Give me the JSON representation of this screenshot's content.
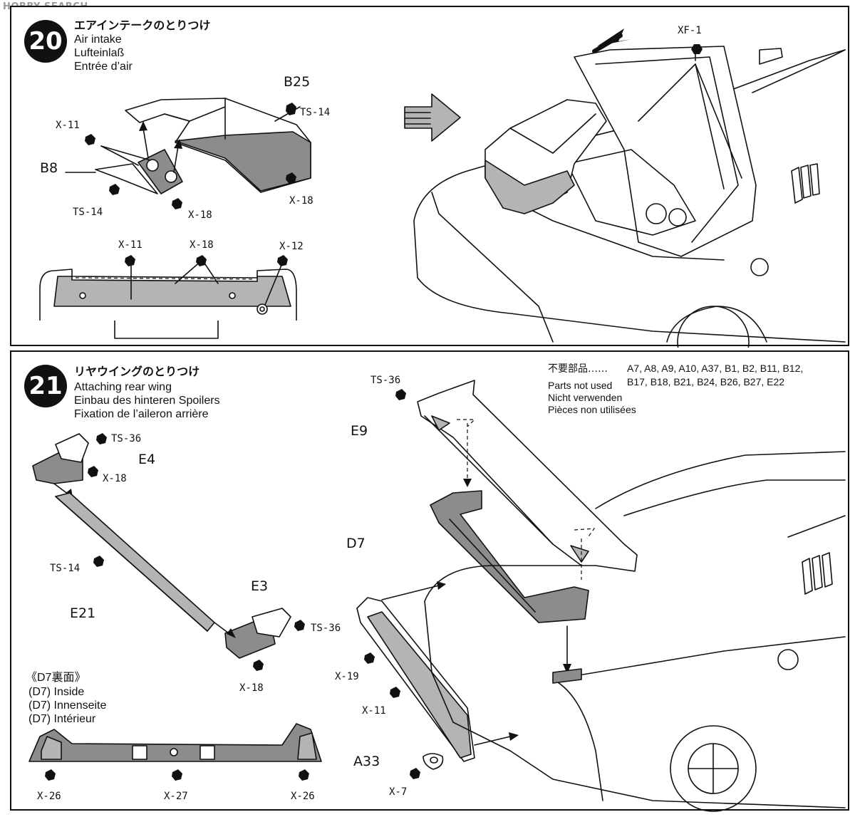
{
  "watermark": "HOBBY SEARCH",
  "step20": {
    "number": "20",
    "title_jp": "エアインテークのとりつけ",
    "title_en": "Air intake",
    "title_de": "Lufteinlaß",
    "title_fr": "Entrée d’air",
    "parts": {
      "b25": "B25",
      "b8": "B8",
      "xf1": "XF-1"
    },
    "paints": {
      "ts14_a": "TS-14",
      "ts14_b": "TS-14",
      "x11_a": "X-11",
      "x18_a": "X-18",
      "x18_b": "X-18",
      "x11_b": "X-11",
      "x18_c": "X-18",
      "x12": "X-12"
    }
  },
  "step21": {
    "number": "21",
    "title_jp": "リヤウイングのとりつけ",
    "title_en": "Attaching rear wing",
    "title_de": "Einbau des hinteren Spoilers",
    "title_fr": "Fixation de l’aileron arrière",
    "not_used": {
      "jp": "不要部品……",
      "parts": "A7, A8, A9, A10, A37, B1, B2, B11, B12,",
      "parts2": "B17, B18, B21, B24, B26, B27, E22",
      "en": "Parts not used",
      "de": "Nicht verwenden",
      "fr": "Pièces non utilisées"
    },
    "parts": {
      "e4": "E4",
      "e3": "E3",
      "e21": "E21",
      "e9": "E9",
      "d7": "D7",
      "a33": "A33"
    },
    "paints": {
      "ts36_a": "TS-36",
      "x18_a": "X-18",
      "ts14": "TS-14",
      "ts36_b": "TS-36",
      "x18_b": "X-18",
      "ts36_c": "TS-36",
      "x19": "X-19",
      "x11": "X-11",
      "x7": "X-7",
      "x26_a": "X-26",
      "x27": "X-27",
      "x26_b": "X-26"
    },
    "inside": {
      "jp": "《D7裏面》",
      "en": "(D7) Inside",
      "de": "(D7) Innenseite",
      "fr": "(D7) Intérieur"
    }
  }
}
